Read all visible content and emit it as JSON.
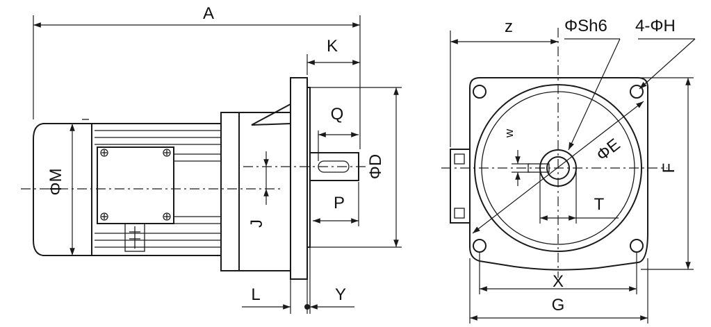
{
  "labels": {
    "A": "A",
    "K": "K",
    "Q": "Q",
    "PhiD": "ΦD",
    "PhiM": "ΦM",
    "J": "J",
    "P": "P",
    "L": "L",
    "Y": "Y",
    "z": "z",
    "PhiSh6": "ΦSh6",
    "fourPhiH": "4-ΦH",
    "w": "w",
    "PhiE": "ΦE",
    "F": "F",
    "T": "T",
    "X": "X",
    "G": "G"
  },
  "colors": {
    "line": "#1a1a1a",
    "background": "#ffffff"
  }
}
